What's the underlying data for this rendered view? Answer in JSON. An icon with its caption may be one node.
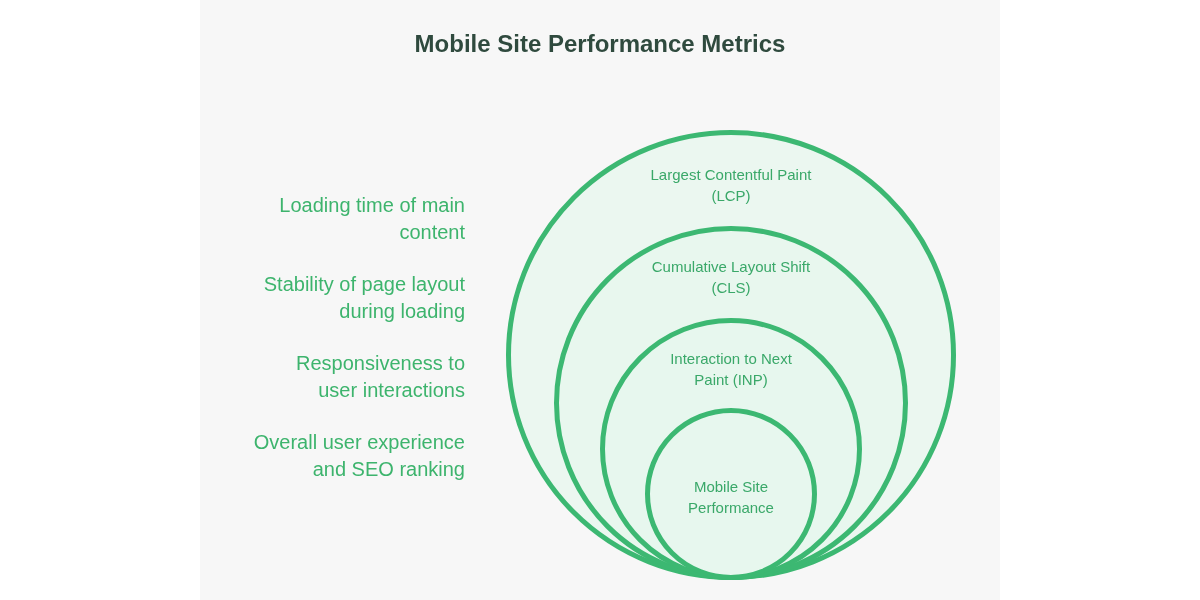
{
  "diagram": {
    "title": "Mobile Site Performance Metrics",
    "nodes": [
      {
        "text": [
          "Largest Contentful Paint (LCP)"
        ]
      },
      {
        "text": [
          "Cumulative Layout Shift (CLS)"
        ],
        "in": 0
      },
      {
        "text": [
          "Interaction to Next Paint (INP)"
        ],
        "in": 1
      },
      {
        "text": [
          "Mobile Site Performance"
        ],
        "in": 2
      }
    ],
    "labels": [
      "Loading time of main content",
      "Stability of page layout during loading",
      "Responsiveness to user interactions",
      "Overall user experience and SEO ranking"
    ]
  }
}
